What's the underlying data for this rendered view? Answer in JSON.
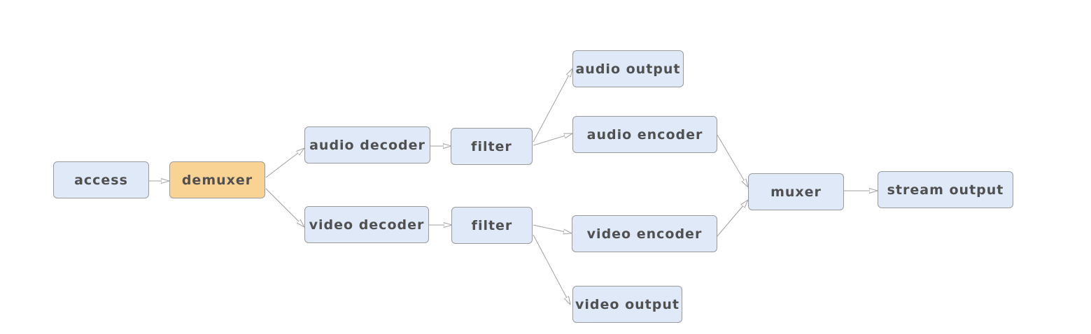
{
  "diagram": {
    "colors": {
      "node_fill": "#dfe9f8",
      "highlight_fill": "#f9d394",
      "border": "#9a9a9a",
      "text": "#505050",
      "edge": "#a0a0a0"
    },
    "nodes": [
      {
        "id": "access",
        "label": "access"
      },
      {
        "id": "demuxer",
        "label": "demuxer",
        "highlight": true
      },
      {
        "id": "audio-decoder",
        "label": "audio decoder"
      },
      {
        "id": "video-decoder",
        "label": "video decoder"
      },
      {
        "id": "audio-filter",
        "label": "filter"
      },
      {
        "id": "video-filter",
        "label": "filter"
      },
      {
        "id": "audio-output",
        "label": "audio output"
      },
      {
        "id": "audio-encoder",
        "label": "audio encoder"
      },
      {
        "id": "video-encoder",
        "label": "video encoder"
      },
      {
        "id": "video-output",
        "label": "video output"
      },
      {
        "id": "muxer",
        "label": "muxer"
      },
      {
        "id": "stream-output",
        "label": "stream output"
      }
    ],
    "edges": [
      {
        "from": "access",
        "to": "demuxer"
      },
      {
        "from": "demuxer",
        "to": "audio-decoder"
      },
      {
        "from": "demuxer",
        "to": "video-decoder"
      },
      {
        "from": "audio-decoder",
        "to": "audio-filter"
      },
      {
        "from": "video-decoder",
        "to": "video-filter"
      },
      {
        "from": "audio-filter",
        "to": "audio-output"
      },
      {
        "from": "audio-filter",
        "to": "audio-encoder"
      },
      {
        "from": "video-filter",
        "to": "video-encoder"
      },
      {
        "from": "video-filter",
        "to": "video-output"
      },
      {
        "from": "audio-encoder",
        "to": "muxer"
      },
      {
        "from": "video-encoder",
        "to": "muxer"
      },
      {
        "from": "muxer",
        "to": "stream-output"
      }
    ]
  }
}
